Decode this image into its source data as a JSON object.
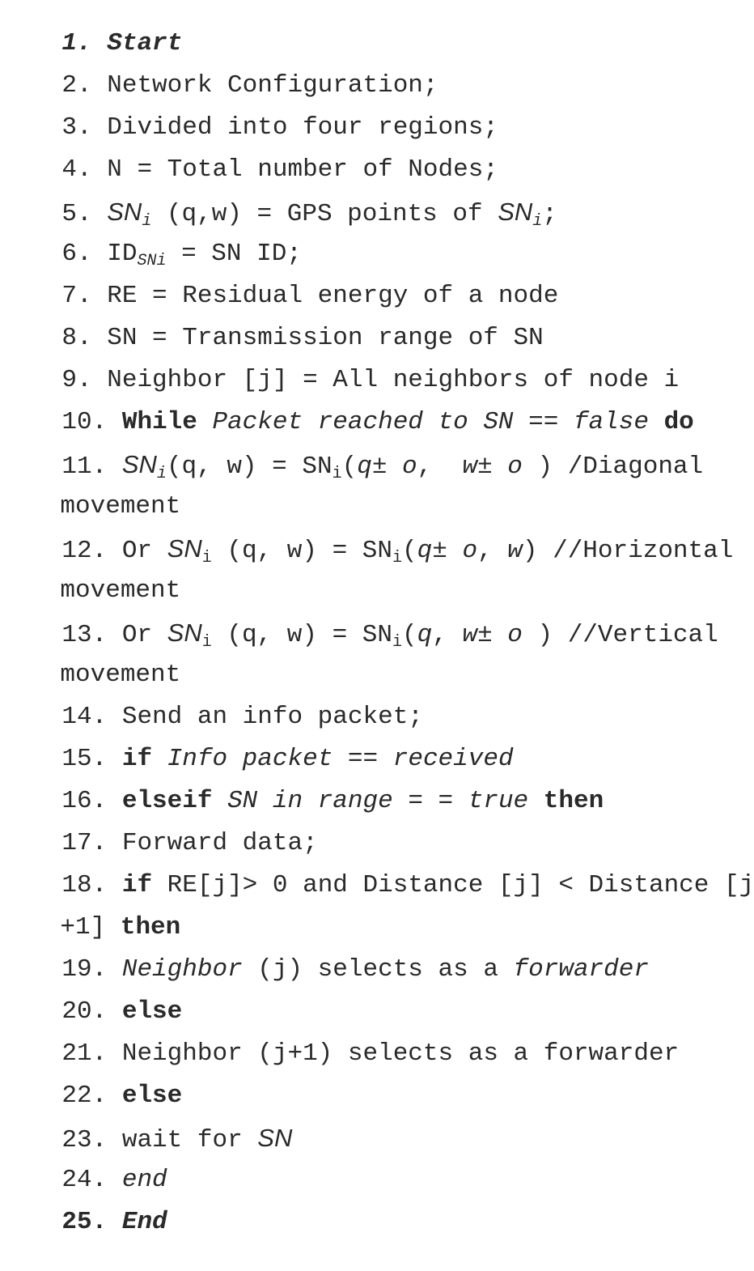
{
  "lines": [
    [
      "1. ",
      "Start"
    ],
    [
      "2. ",
      "Network Configuration;"
    ],
    [
      "3. ",
      "Divided into four regions;"
    ],
    [
      "4. ",
      "N = Total number of Nodes;"
    ],
    [
      "5. ",
      "SN",
      "i",
      " (q,w) = GPS points of ",
      "SN",
      "i",
      ";"
    ],
    [
      "6. ",
      "ID",
      "SNi",
      " = SN ID;"
    ],
    [
      "7. ",
      "RE = Residual energy of a node"
    ],
    [
      "8. ",
      "SN = Transmission range of SN"
    ],
    [
      "9. ",
      "Neighbor [j] = All neighbors of node i"
    ],
    [
      "10. ",
      "While",
      " ",
      "Packet reached to SN",
      " == ",
      "false",
      " ",
      "do"
    ],
    [
      "11. ",
      "SN",
      "i",
      "(q, w) = SN",
      "i",
      "(",
      "q",
      "± ",
      "o",
      ",  ",
      "w",
      "± ",
      "o",
      " ) /Diagonal"
    ],
    [
      "movement"
    ],
    [
      "12. Or ",
      "SN",
      "i",
      " (q, w) = SN",
      "i",
      "(",
      "q",
      "± ",
      "o",
      ", ",
      "w",
      ") //Horizontal"
    ],
    [
      "movement"
    ],
    [
      "13. Or ",
      "SN",
      "i",
      " (q, w) = SN",
      "i",
      "(",
      "q",
      ", ",
      "w",
      "± ",
      "o",
      " ) //Vertical"
    ],
    [
      "movement"
    ],
    [
      "14. ",
      "Send an info packet;"
    ],
    [
      "15. ",
      "if",
      " ",
      "Info packet",
      " == ",
      "received"
    ],
    [
      "16. ",
      "elseif",
      " ",
      "SN in range",
      " = = ",
      "true",
      " ",
      "then"
    ],
    [
      "17. ",
      "Forward data;"
    ],
    [
      "18. ",
      "if",
      " RE[j]> 0 and Distance [j] < Distance [j"
    ],
    [
      "+1] ",
      "then"
    ],
    [
      "19. ",
      "Neighbor",
      " (j) selects as a ",
      "forwarder"
    ],
    [
      "20. ",
      "else"
    ],
    [
      "21. ",
      "Neighbor (j+1) selects as a forwarder"
    ],
    [
      "22. ",
      "else"
    ],
    [
      "23. ",
      "wait for ",
      "SN"
    ],
    [
      "24. ",
      "end"
    ],
    [
      "25. ",
      "End"
    ]
  ]
}
